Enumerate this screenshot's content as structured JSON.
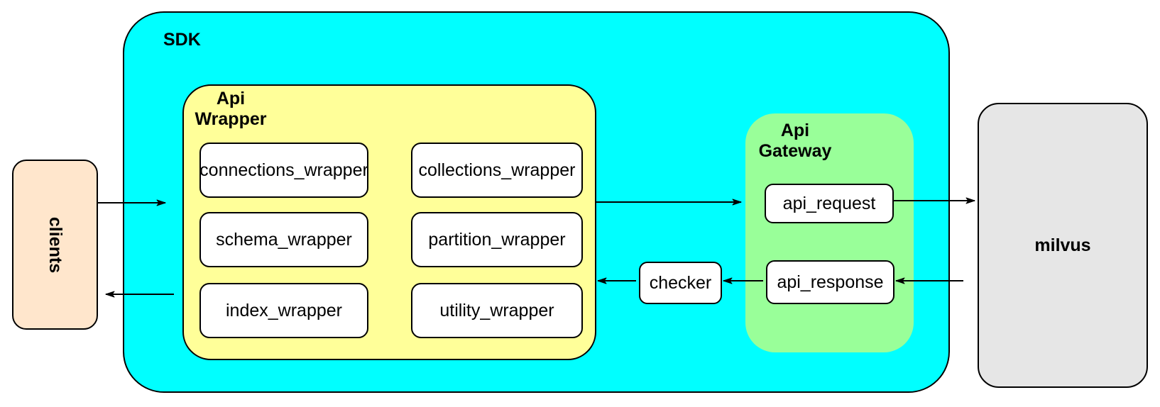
{
  "colors": {
    "sdk_fill": "#00FFFF",
    "api_wrapper_fill": "#FFFF99",
    "api_gateway_fill": "#99FF99",
    "clients_fill": "#FFE6CC",
    "milvus_fill": "#E6E6E6",
    "inner_box_fill": "#FFFFFF",
    "stroke": "#000000"
  },
  "nodes": {
    "clients": {
      "label": "clients"
    },
    "sdk": {
      "label": "SDK"
    },
    "api_wrapper": {
      "title_line1": "Api",
      "title_line2": "Wrapper",
      "boxes": [
        {
          "label": "connections_wrapper"
        },
        {
          "label": "collections_wrapper"
        },
        {
          "label": "schema_wrapper"
        },
        {
          "label": "partition_wrapper"
        },
        {
          "label": "index_wrapper"
        },
        {
          "label": "utility_wrapper"
        }
      ]
    },
    "checker": {
      "label": "checker"
    },
    "api_gateway": {
      "title_line1": "Api",
      "title_line2": "Gateway",
      "boxes": [
        {
          "label": "api_request"
        },
        {
          "label": "api_response"
        }
      ]
    },
    "milvus": {
      "label": "milvus"
    }
  }
}
